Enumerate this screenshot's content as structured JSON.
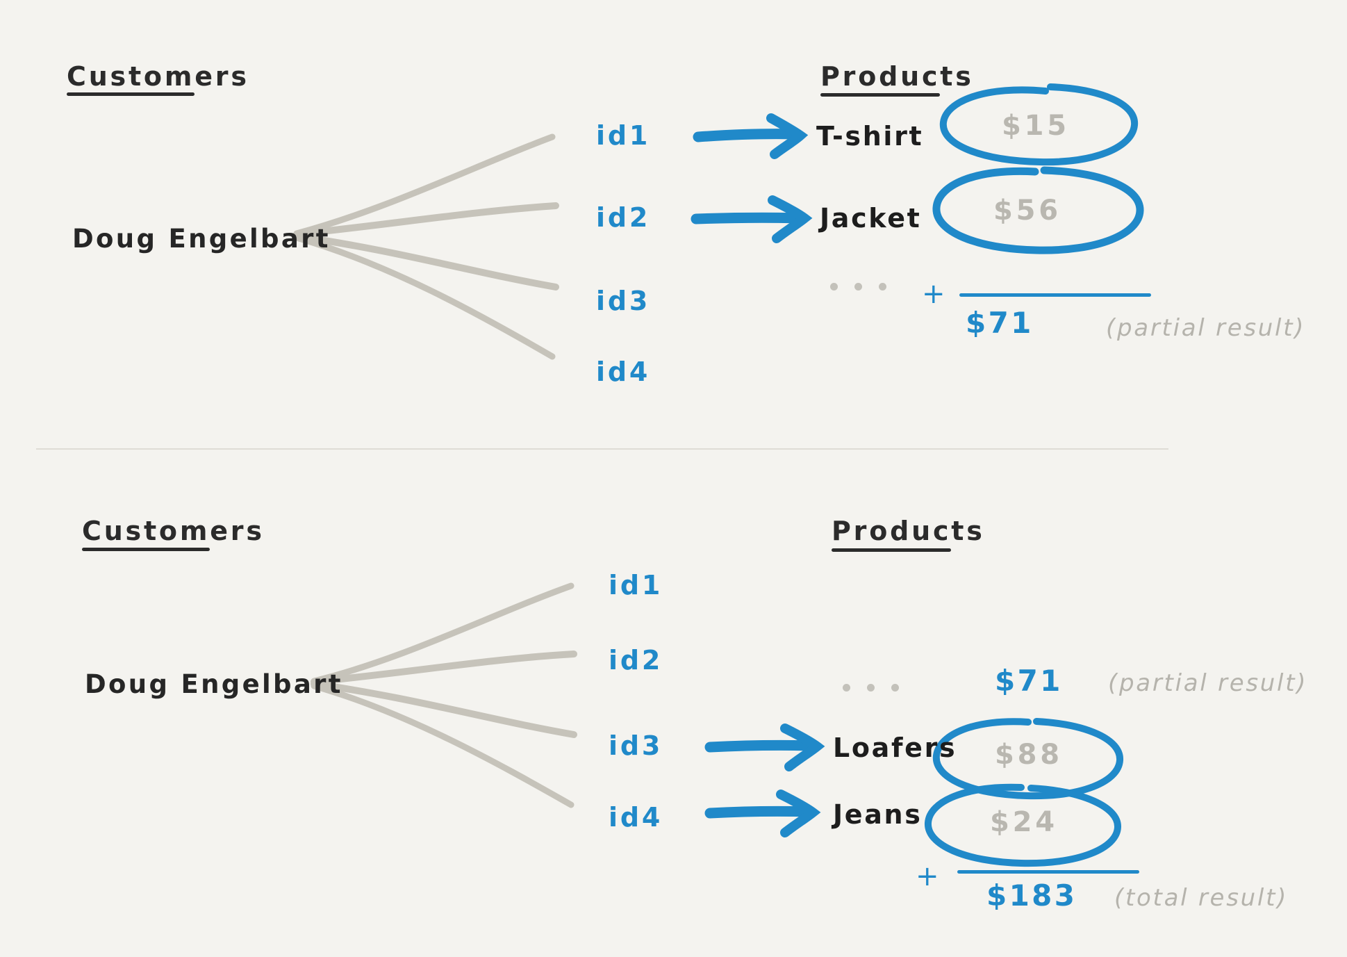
{
  "page": {
    "background_color": "#f4f3ef",
    "accent_blue": "#2089c9",
    "muted_gray": "#b9b7b0",
    "ink_black": "#262626",
    "line_gray": "#c6c3ba"
  },
  "sections": [
    {
      "id": "top",
      "customers_heading": "Customers",
      "products_heading": "Products",
      "customer_name": "Doug Engelbart",
      "ids": [
        "id1",
        "id2",
        "id3",
        "id4"
      ],
      "rows": [
        {
          "id": "id1",
          "product": "T-shirt",
          "price": "$15",
          "circled": true,
          "arrow": true
        },
        {
          "id": "id2",
          "product": "Jacket",
          "price": "$56",
          "circled": true,
          "arrow": true
        },
        {
          "id": "id3",
          "product": "",
          "price": "",
          "circled": false,
          "arrow": false
        },
        {
          "id": "id4",
          "product": "",
          "price": "",
          "circled": false,
          "arrow": false
        }
      ],
      "ellipsis": "...",
      "plus_sign": "+",
      "sum_value": "$71",
      "sum_annotation": "(partial result)"
    },
    {
      "id": "bottom",
      "customers_heading": "Customers",
      "products_heading": "Products",
      "customer_name": "Doug Engelbart",
      "ids": [
        "id1",
        "id2",
        "id3",
        "id4"
      ],
      "rows": [
        {
          "id": "id1",
          "product": "",
          "price": "",
          "circled": false,
          "arrow": false
        },
        {
          "id": "id2",
          "product": "",
          "price": "",
          "circled": false,
          "arrow": false
        },
        {
          "id": "id3",
          "product": "Loafers",
          "price": "$88",
          "circled": true,
          "arrow": true
        },
        {
          "id": "id4",
          "product": "Jeans",
          "price": "$24",
          "circled": true,
          "arrow": true
        }
      ],
      "ellipsis": "...",
      "carried_value": "$71",
      "carried_annotation": "(partial result)",
      "plus_sign": "+",
      "sum_value": "$183",
      "sum_annotation": "(total result)"
    }
  ]
}
